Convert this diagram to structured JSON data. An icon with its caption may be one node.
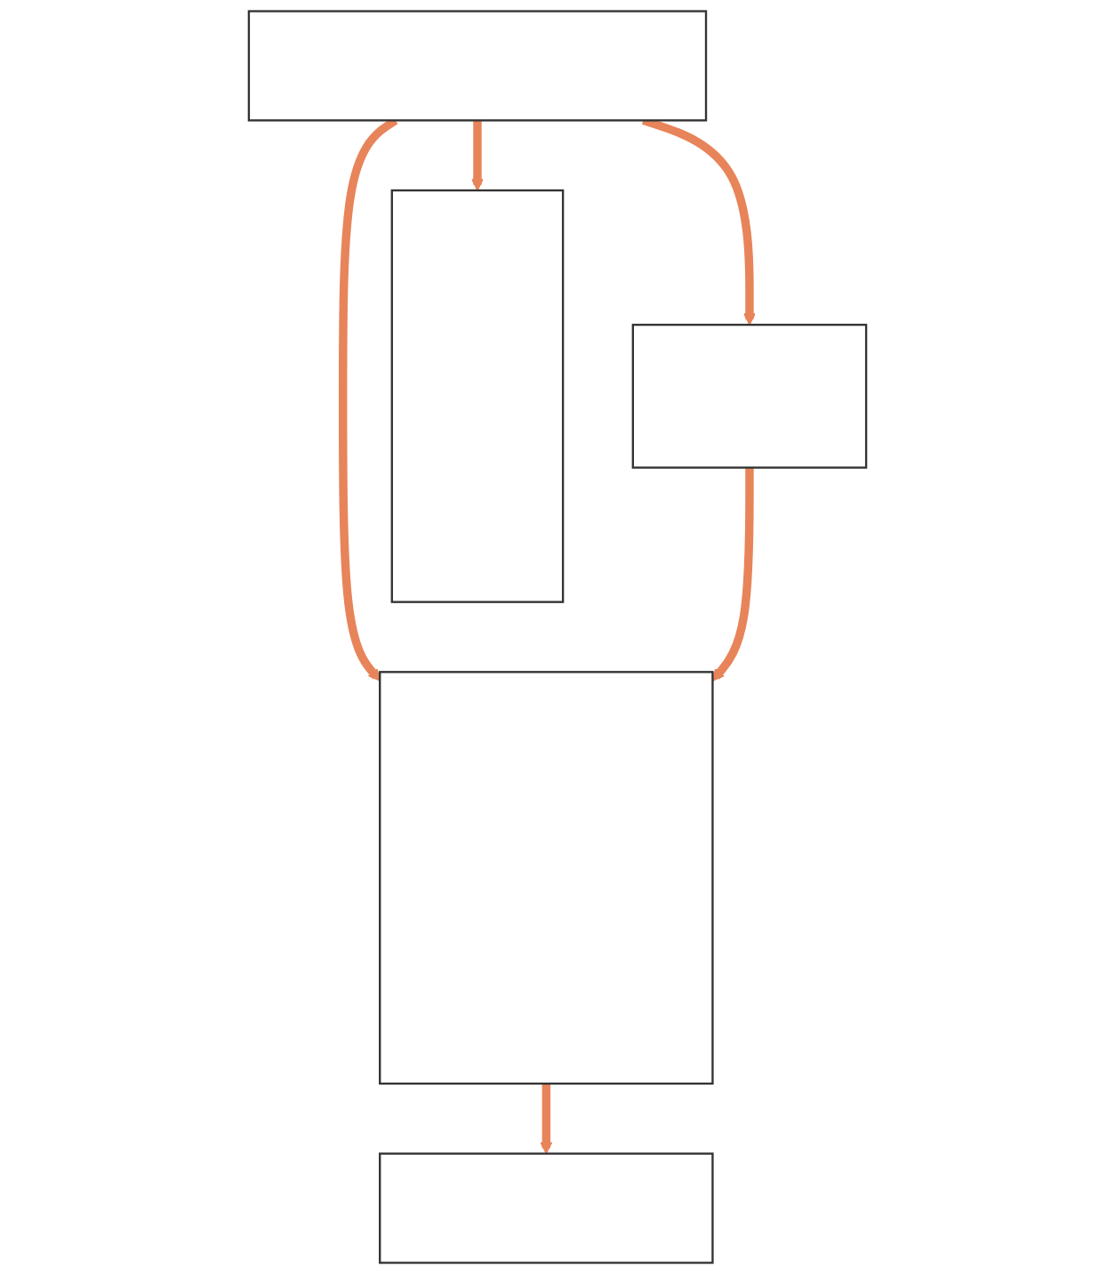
{
  "diagram": {
    "nodes": [
      {
        "text": [],
        "shape": "box"
      },
      {
        "text": [],
        "shape": "box"
      },
      {
        "text": [],
        "shape": "box"
      },
      {
        "text": [],
        "shape": "box"
      },
      {
        "text": [],
        "shape": "box"
      }
    ],
    "edges": [
      {
        "from": 0,
        "to": 2,
        "arrow": "to"
      },
      {
        "from": 0,
        "to": 3,
        "arrow": "to"
      },
      {
        "from": 0,
        "to": 1,
        "arrow": "to"
      },
      {
        "from": 1,
        "to": 3,
        "arrow": "to"
      },
      {
        "from": 3,
        "to": 4,
        "arrow": "to"
      }
    ]
  }
}
